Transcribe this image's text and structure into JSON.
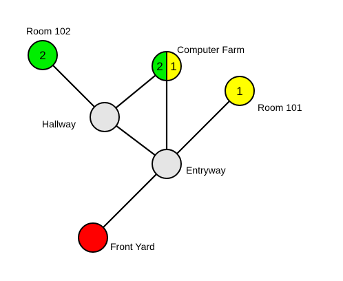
{
  "colors": {
    "empty": "#e5e5e5",
    "green": "#00ee00",
    "yellow": "#ffff00",
    "red": "#ff0000",
    "stroke": "#000000"
  },
  "nodes": {
    "room102": {
      "label": "Room 102",
      "count": "2",
      "fill": "green"
    },
    "computer_farm": {
      "label": "Computer Farm",
      "count_left": "2",
      "count_right": "1",
      "fill_left": "green",
      "fill_right": "yellow"
    },
    "room101": {
      "label": "Room 101",
      "count": "1",
      "fill": "yellow"
    },
    "hallway": {
      "label": "Hallway",
      "fill": "empty"
    },
    "entryway": {
      "label": "Entryway",
      "fill": "empty"
    },
    "front_yard": {
      "label": "Front Yard",
      "fill": "red"
    }
  },
  "edges": [
    [
      "room102",
      "hallway"
    ],
    [
      "hallway",
      "computer_farm"
    ],
    [
      "hallway",
      "entryway"
    ],
    [
      "computer_farm",
      "entryway"
    ],
    [
      "room101",
      "entryway"
    ],
    [
      "entryway",
      "front_yard"
    ]
  ]
}
